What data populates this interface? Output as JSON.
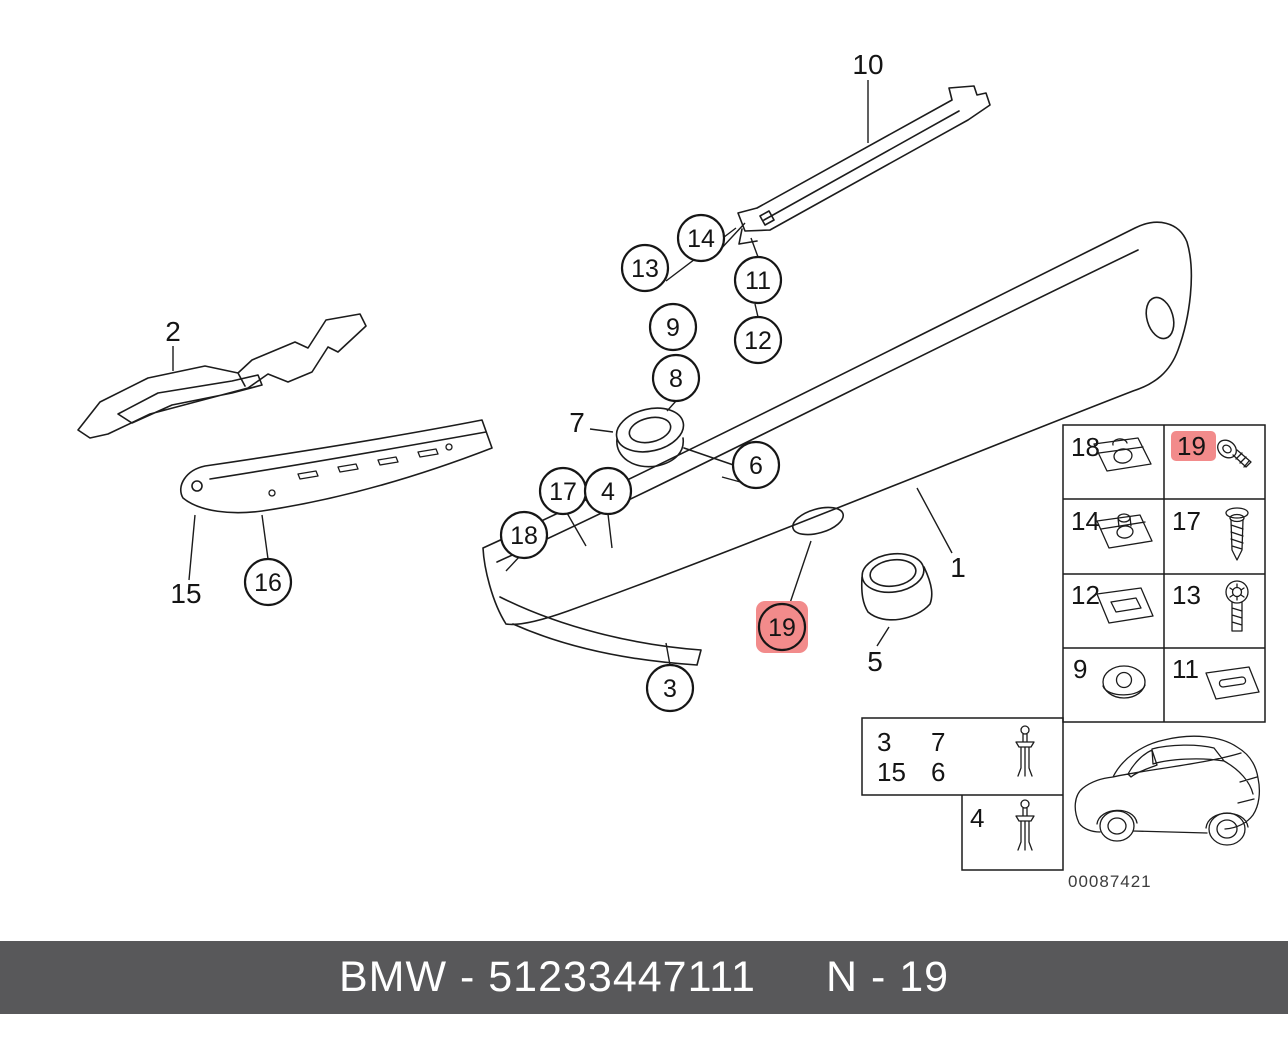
{
  "footer": {
    "left": "BMW - 51233447111",
    "right": "N - 19",
    "bg_color": "#58585a",
    "text_color": "#ffffff"
  },
  "diagram": {
    "drawing_code": "00087421",
    "highlight_color": "#f28b8b",
    "highlighted_part": "19",
    "callouts": [
      {
        "label": "1",
        "style": "plain"
      },
      {
        "label": "2",
        "style": "plain"
      },
      {
        "label": "3",
        "style": "circle"
      },
      {
        "label": "4",
        "style": "circle"
      },
      {
        "label": "5",
        "style": "plain"
      },
      {
        "label": "6",
        "style": "circle"
      },
      {
        "label": "7",
        "style": "plain"
      },
      {
        "label": "8",
        "style": "circle"
      },
      {
        "label": "9",
        "style": "circle"
      },
      {
        "label": "10",
        "style": "plain"
      },
      {
        "label": "11",
        "style": "circle"
      },
      {
        "label": "12",
        "style": "circle"
      },
      {
        "label": "13",
        "style": "circle"
      },
      {
        "label": "14",
        "style": "circle"
      },
      {
        "label": "15",
        "style": "plain"
      },
      {
        "label": "16",
        "style": "circle"
      },
      {
        "label": "17",
        "style": "circle"
      },
      {
        "label": "18",
        "style": "circle"
      },
      {
        "label": "19",
        "style": "circle-highlighted"
      }
    ]
  },
  "legend": {
    "cells": [
      {
        "number": "18",
        "icon": "clip-nut-icon",
        "highlighted": false
      },
      {
        "number": "19",
        "icon": "screw-icon",
        "highlighted": true
      },
      {
        "number": "14",
        "icon": "clip-nut-icon",
        "highlighted": false
      },
      {
        "number": "17",
        "icon": "tapping-screw-icon",
        "highlighted": false
      },
      {
        "number": "12",
        "icon": "spring-clip-icon",
        "highlighted": false
      },
      {
        "number": "13",
        "icon": "torx-screw-icon",
        "highlighted": false
      },
      {
        "number": "9",
        "icon": "washer-icon",
        "highlighted": false
      },
      {
        "number": "11",
        "icon": "slotted-plate-icon",
        "highlighted": false
      }
    ],
    "vehicle_icon": "car-silhouette-icon"
  },
  "fastener_table": {
    "group1": {
      "row1": [
        "3",
        "7"
      ],
      "row2": [
        "15",
        "6"
      ],
      "icon": "rivet-icon"
    },
    "group2": {
      "number": "4",
      "icon": "rivet-icon"
    }
  }
}
